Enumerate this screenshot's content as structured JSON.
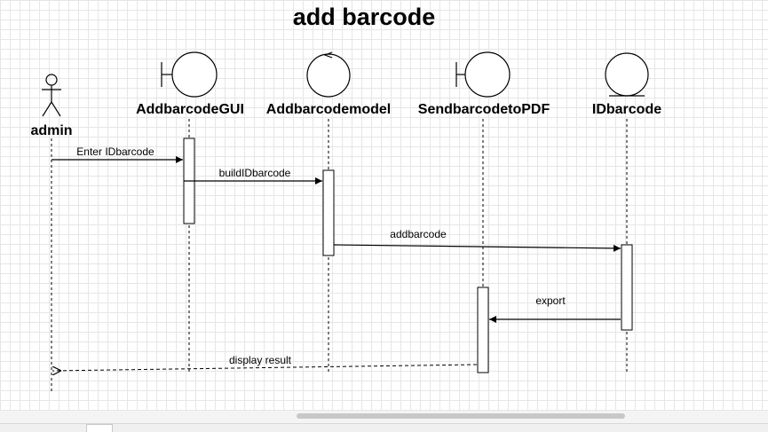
{
  "diagram": {
    "title": "add barcode",
    "actor": {
      "name": "admin"
    },
    "lifelines": [
      {
        "name": "AddbarcodeGUI",
        "kind": "boundary"
      },
      {
        "name": "Addbarcodemodel",
        "kind": "control"
      },
      {
        "name": "SendbarcodetoPDF",
        "kind": "boundary"
      },
      {
        "name": "IDbarcode",
        "kind": "entity"
      }
    ],
    "messages": [
      {
        "label": "Enter IDbarcode",
        "from": "admin",
        "to": "AddbarcodeGUI",
        "style": "sync"
      },
      {
        "label": "buildIDbarcode",
        "from": "AddbarcodeGUI",
        "to": "Addbarcodemodel",
        "style": "sync"
      },
      {
        "label": "addbarcode",
        "from": "Addbarcodemodel",
        "to": "IDbarcode",
        "style": "sync"
      },
      {
        "label": "export",
        "from": "IDbarcode",
        "to": "SendbarcodetoPDF",
        "style": "sync"
      },
      {
        "label": "display result",
        "from": "SendbarcodetoPDF",
        "to": "admin",
        "style": "return"
      }
    ]
  }
}
